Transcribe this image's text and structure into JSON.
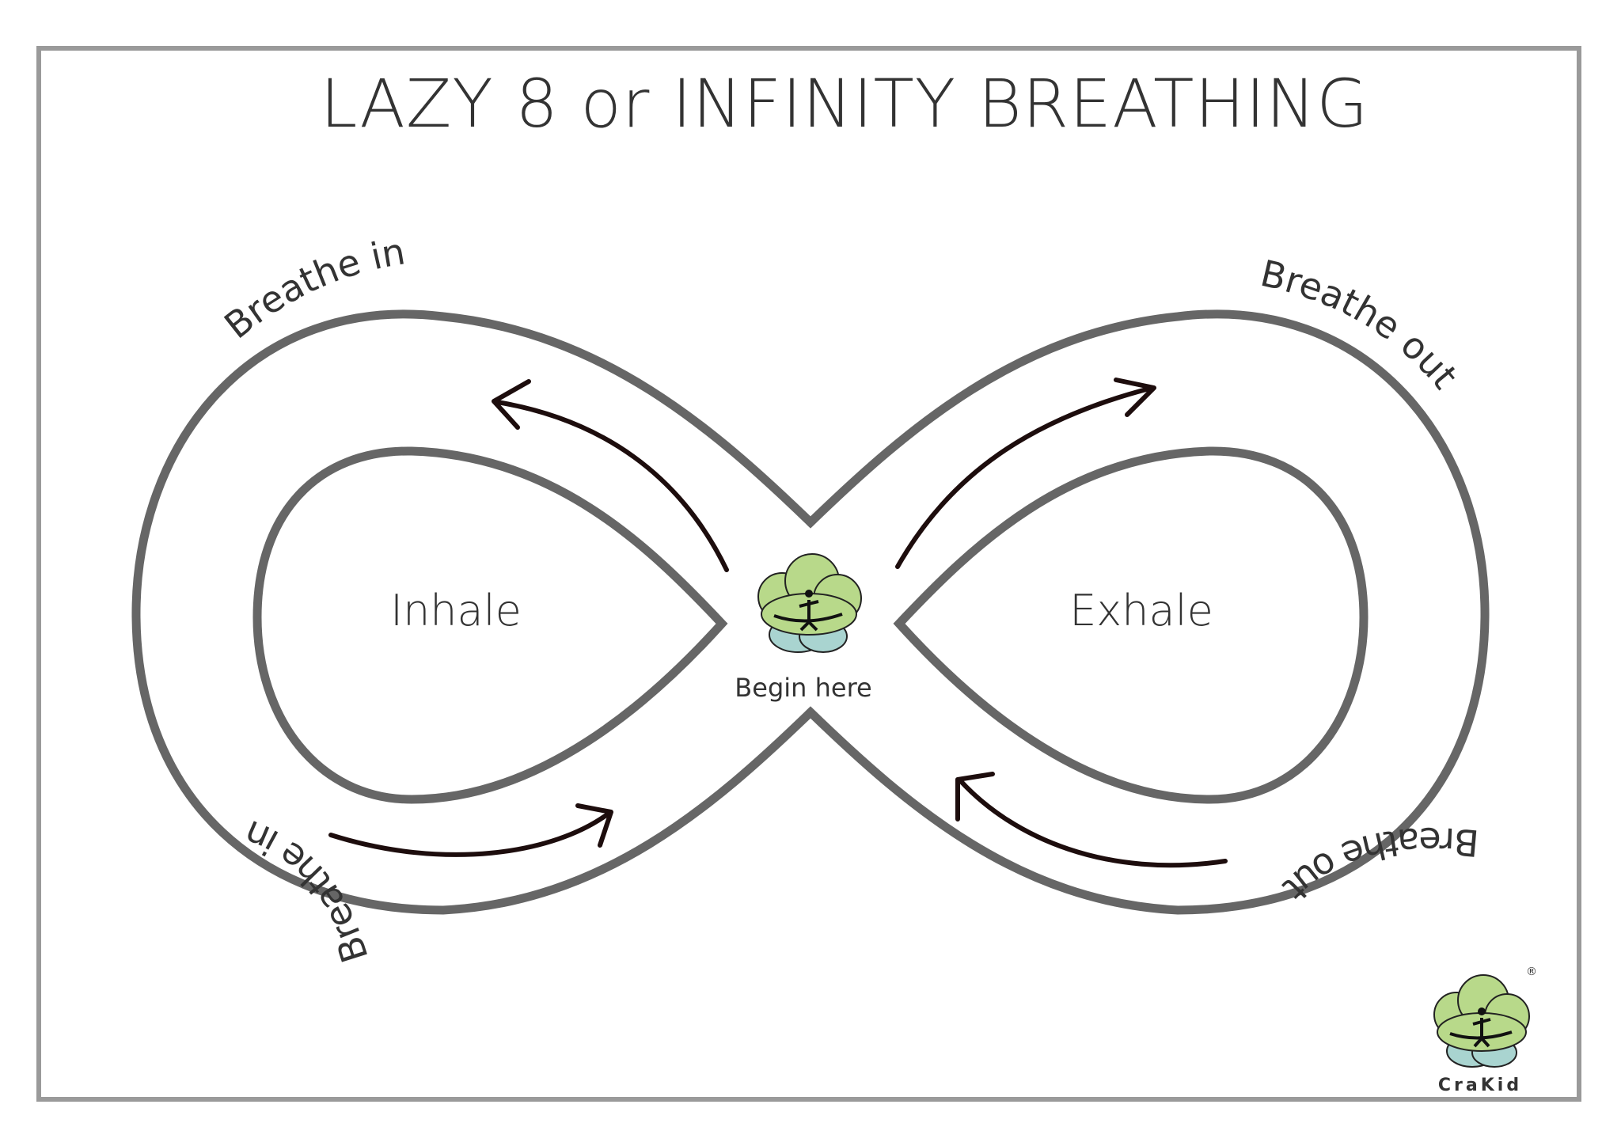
{
  "title": "LAZY 8 or INFINITY BREATHING",
  "labels": {
    "inhale": "Inhale",
    "exhale": "Exhale",
    "begin": "Begin here",
    "breathe_in_top": "Breathe in",
    "breathe_out_top": "Breathe out",
    "breathe_in_bottom": "Breathe in",
    "breathe_out_bottom": "Breathe out"
  },
  "logo": {
    "text": "CraKid",
    "mark": "®"
  },
  "colors": {
    "track": "#666666",
    "arrow": "#1d0d0d",
    "frame": "#9a9a9a",
    "logo_green": "#b8d98a",
    "logo_blue": "#a9d4d0"
  }
}
